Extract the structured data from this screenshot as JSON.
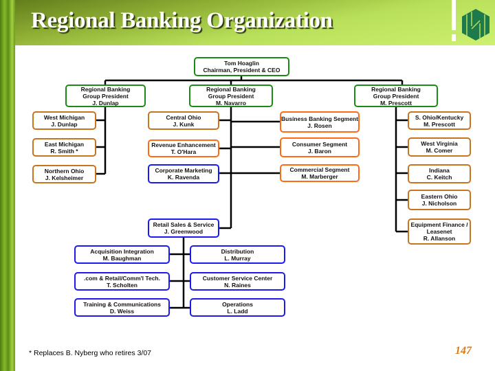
{
  "title": "Regional Banking Organization",
  "ceo": {
    "name": "Tom Hoaglin",
    "role": "Chairman, President & CEO"
  },
  "groups": [
    {
      "role": "Regional Banking",
      "role2": "Group President",
      "name": "J. Dunlap"
    },
    {
      "role": "Regional Banking",
      "role2": "Group President",
      "name": "M. Navarro"
    },
    {
      "role": "Regional Banking",
      "role2": "Group President",
      "name": "M. Prescott"
    }
  ],
  "dunlap_units": [
    {
      "unit": "West Michigan",
      "name": "J. Dunlap"
    },
    {
      "unit": "East Michigan",
      "name": "R. Smith *"
    },
    {
      "unit": "Northern Ohio",
      "name": "J. Kelsheimer"
    }
  ],
  "navarro_left": [
    {
      "unit": "Central Ohio",
      "name": "J. Kunk"
    },
    {
      "unit": "Revenue Enhancement",
      "name": "T. O'Hara"
    },
    {
      "unit": "Corporate Marketing",
      "name": "K. Ravenda"
    },
    {
      "unit": "Retail Sales & Service",
      "name": "J. Greenwood"
    }
  ],
  "navarro_right": [
    {
      "unit": "Business Banking Segment",
      "name": "J. Rosen"
    },
    {
      "unit": "Consumer Segment",
      "name": "J. Baron"
    },
    {
      "unit": "Commercial Segment",
      "name": "M. Marberger"
    }
  ],
  "prescott_units": [
    {
      "unit": "S. Ohio/Kentucky",
      "name": "M. Prescott"
    },
    {
      "unit": "West Virginia",
      "name": "M. Comer"
    },
    {
      "unit": "Indiana",
      "name": "C. Keitch"
    },
    {
      "unit": "Eastern Ohio",
      "name": "J. Nicholson"
    },
    {
      "unit": "Equipment Finance /",
      "unit2": "Leasenet",
      "name": "R. Allanson"
    }
  ],
  "retail_left": [
    {
      "unit": "Acquisition Integration",
      "name": "M. Baughman"
    },
    {
      "unit": ".com & Retail/Comm'l Tech.",
      "name": "T. Scholten"
    },
    {
      "unit": "Training & Communications",
      "name": "D. Weiss"
    }
  ],
  "retail_right": [
    {
      "unit": "Distribution",
      "name": "L. Murray"
    },
    {
      "unit": "Customer Service Center",
      "name": "N. Raines"
    },
    {
      "unit": "Operations",
      "name": "L. Ladd"
    }
  ],
  "footnote": "* Replaces B. Nyberg who retires 3/07",
  "page_number": "147",
  "colors": {
    "group": "#1a8a14",
    "region": "#c8731e",
    "segment": "#ff6a13",
    "staff": "#1a1af0"
  }
}
